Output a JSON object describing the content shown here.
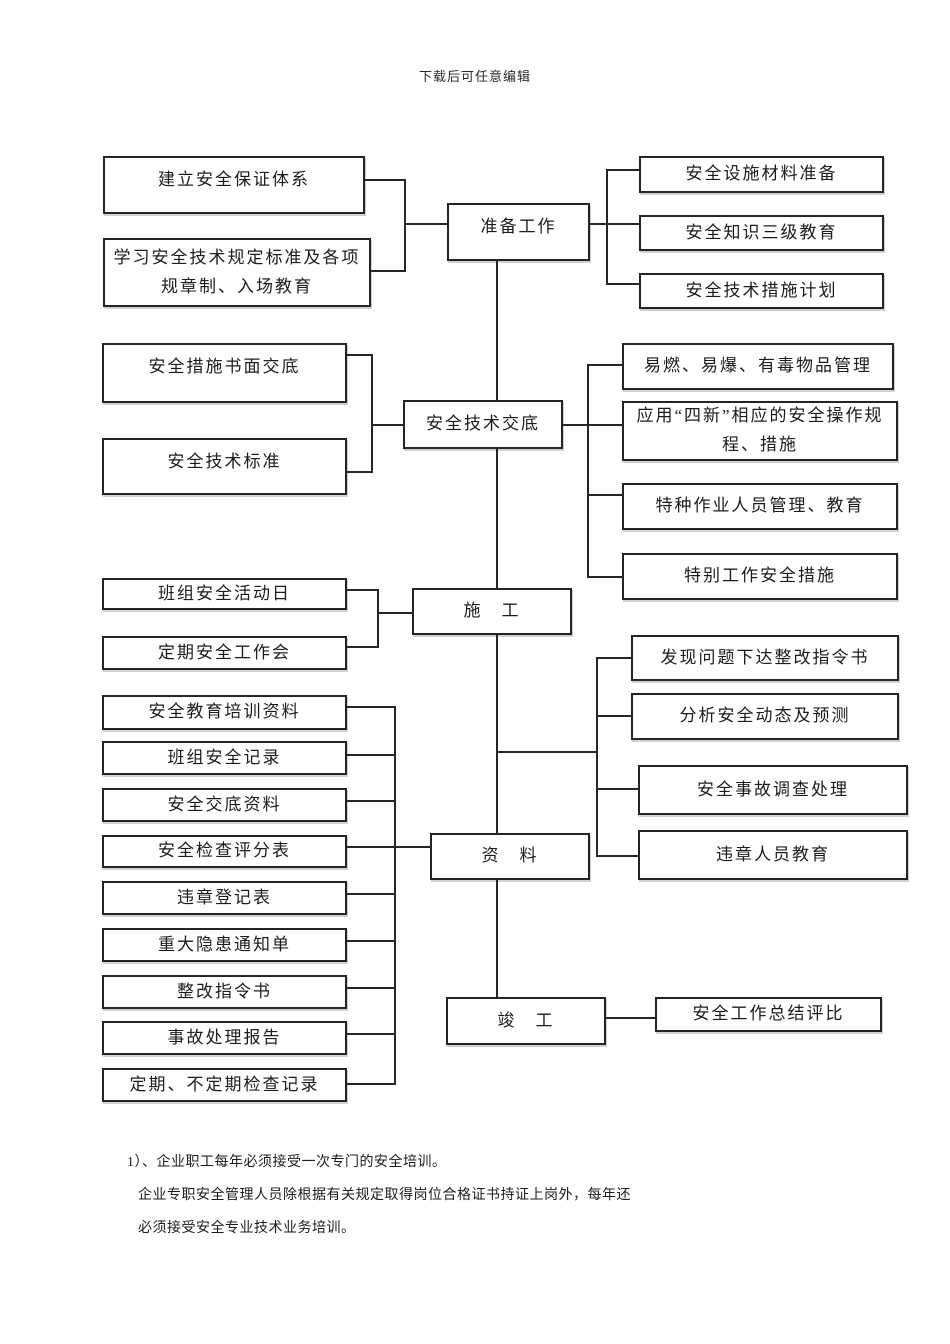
{
  "header": {
    "note": "下载后可任意编辑"
  },
  "flowchart": {
    "stages": {
      "prepare": "准备工作",
      "disclosure": "安全技术交底",
      "construction": "施　工",
      "data": "资　料",
      "completion": "竣　工"
    },
    "prepare_left": {
      "establish": "建立安全保证体系",
      "learn": "学习安全技术规定标准及各项规章制、入场教育"
    },
    "prepare_right": {
      "materials": "安全设施材料准备",
      "education": "安全知识三级教育",
      "plan": "安全技术措施计划"
    },
    "disclosure_left": {
      "written": "安全措施书面交底",
      "standards": "安全技术标准"
    },
    "disclosure_right": {
      "hazmat": "易燃、易爆、有毒物品管理",
      "four_new": "应用“四新”相应的安全操作规程、措施",
      "special_workers": "特种作业人员管理、教育",
      "special_measures": "特别工作安全措施"
    },
    "construction_left": {
      "activity_day": "班组安全活动日",
      "meeting": "定期安全工作会"
    },
    "data_left": {
      "training": "安全教育培训资料",
      "team_records": "班组安全记录",
      "disclosure_files": "安全交底资料",
      "score_sheet": "安全检查评分表",
      "violation_register": "违章登记表",
      "hazard_notice": "重大隐患通知单",
      "rectification_order": "整改指令书",
      "accident_report": "事故处理报告",
      "inspection_records": "定期、不定期检查记录"
    },
    "data_right": {
      "rectification": "发现问题下达整改指令书",
      "analysis": "分析安全动态及预测",
      "investigation": "安全事故调查处理",
      "violator_education": "违章人员教育"
    },
    "completion_right": {
      "summary": "安全工作总结评比"
    }
  },
  "footer": {
    "line1": "1）、企业职工每年必须接受一次专门的安全培训。",
    "line2": "企业专职安全管理人员除根据有关规定取得岗位合格证书持证上岗外，每年还",
    "line3": "必须接受安全专业技术业务培训。"
  }
}
